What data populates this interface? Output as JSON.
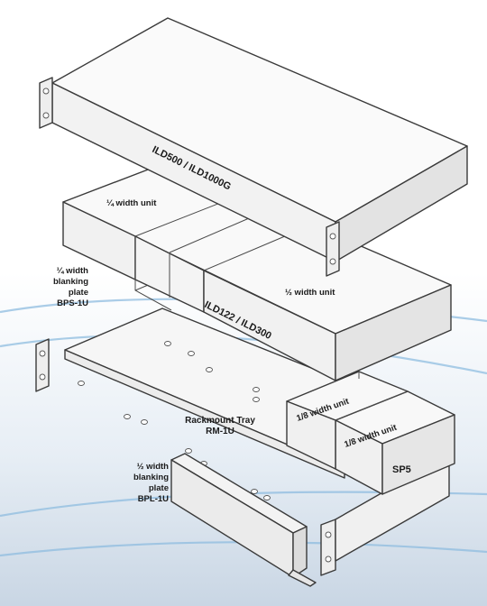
{
  "labels": {
    "ild500": "ILD500 / ILD1000G",
    "quarter_unit_top": "¼ width unit",
    "quarter_blank_l1": "¼ width",
    "quarter_blank_l2": "blanking",
    "quarter_blank_l3": "plate",
    "quarter_blank_l4": "BPS-1U",
    "half_unit": "½ width unit",
    "ild122": "ILD122 / ILD300",
    "eighth_unit_1": "1/8 width unit",
    "eighth_unit_2": "1/8 width unit",
    "sp5": "SP5",
    "tray_l1": "Rackmount Tray",
    "tray_l2": "RM-1U",
    "half_blank_l1": "½ width",
    "half_blank_l2": "blanking",
    "half_blank_l3": "plate",
    "half_blank_l4": "BPL-1U"
  },
  "colors": {
    "background_top": "#ffffff",
    "background_bottom": "#cdd9e6",
    "line": "#3a3a3a",
    "face_top": "#f8f8f8",
    "face_front": "#f1f1f1",
    "face_side": "#e4e4e4",
    "swoosh": "#7fb2da"
  }
}
